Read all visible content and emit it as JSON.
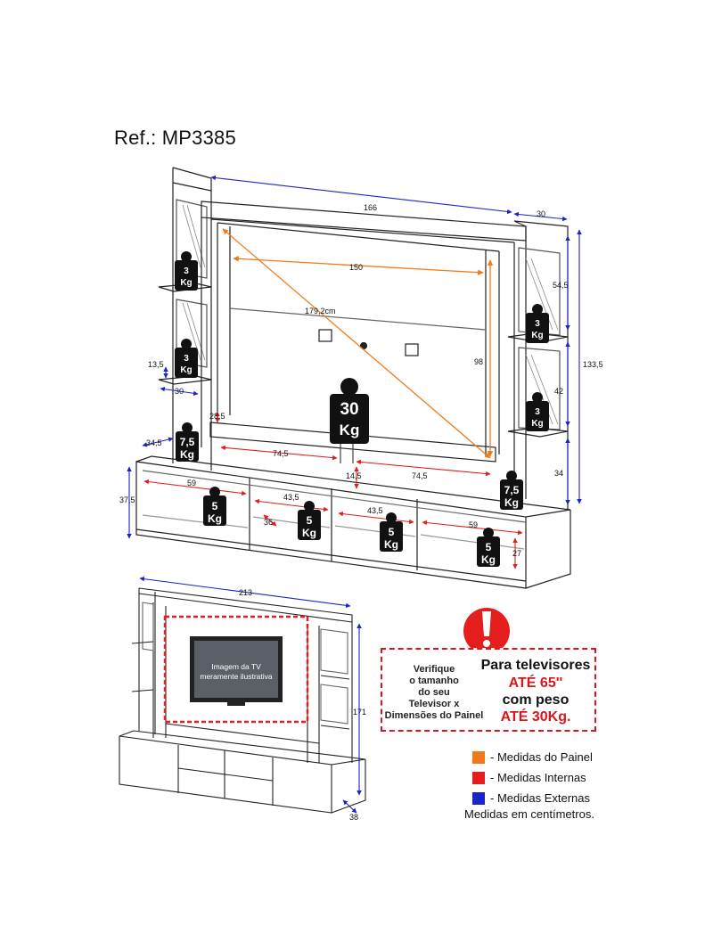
{
  "ref": "Ref.: MP3385",
  "dimensions": {
    "total_width": "166",
    "side_width": "30",
    "panel_width": "150",
    "diagonal": "179,2cm",
    "panel_height": "98",
    "right_top_height": "54,5",
    "right_mid_height": "42",
    "right_bottom_height": "34",
    "total_height": "133,5",
    "left_shelf_depth": "13,5",
    "left_side_width": "30",
    "inner_left": "28,5",
    "left_base": "34,5",
    "shelf_left": "74,5",
    "shelf_right": "74,5",
    "shelf_gap": "14,5",
    "rack_height": "37,5",
    "niche_1": "59",
    "niche_2": "43,5",
    "niche_2_height": "36",
    "niche_3": "43,5",
    "niche_4": "59",
    "niche_4_height": "27",
    "small_width": "213",
    "small_height": "171",
    "small_depth": "38"
  },
  "weights": {
    "shelf_top_left": [
      "3",
      "Kg"
    ],
    "shelf_mid_left": [
      "3",
      "Kg"
    ],
    "shelf_top_right": [
      "3",
      "Kg"
    ],
    "shelf_mid_right": [
      "3",
      "Kg"
    ],
    "tv": [
      "30",
      "Kg"
    ],
    "base_left": [
      "7,5",
      "Kg"
    ],
    "base_right": [
      "7,5",
      "Kg"
    ],
    "niche_1": [
      "5",
      "Kg"
    ],
    "niche_2": [
      "5",
      "Kg"
    ],
    "niche_3": [
      "5",
      "Kg"
    ],
    "niche_4": [
      "5",
      "Kg"
    ]
  },
  "tv_caption": [
    "Imagem da TV",
    "meramente ilustrativa"
  ],
  "warning": {
    "left": [
      "Verifique",
      "o tamanho",
      "do seu",
      "Televisor x",
      "Dimensões do Painel"
    ],
    "line1": "Para televisores",
    "line2": "ATÉ 65''",
    "line3": "com peso",
    "line4": "ATÉ 30Kg."
  },
  "legend": [
    {
      "label": "- Medidas do Painel",
      "color": "#f07a1a"
    },
    {
      "label": "- Medidas Internas",
      "color": "#e41d1d"
    },
    {
      "label": "- Medidas Externas",
      "color": "#1a24c8"
    }
  ],
  "legend_note": "Medidas em centímetros.",
  "colors": {
    "external": "#1a24c8",
    "internal": "#e41d1d",
    "panel": "#f07a1a"
  }
}
